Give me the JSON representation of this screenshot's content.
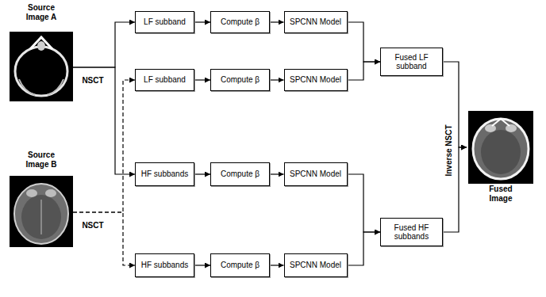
{
  "diagram": {
    "nodes": [
      {
        "text": [
          "Source Image A"
        ]
      },
      {
        "text": [
          "LF subband"
        ]
      },
      {
        "text": [
          "Compute β"
        ]
      },
      {
        "text": [
          "SPCNN Model"
        ]
      },
      {
        "text": [
          "LF subband"
        ]
      },
      {
        "text": [
          "Compute β"
        ]
      },
      {
        "text": [
          "SPCNN Model"
        ]
      },
      {
        "text": [
          "Fused LF subband"
        ]
      },
      {
        "text": [
          "Source Image B"
        ]
      },
      {
        "text": [
          "HF subbands"
        ]
      },
      {
        "text": [
          "Compute β"
        ]
      },
      {
        "text": [
          "SPCNN Model"
        ]
      },
      {
        "text": [
          "HF subbands"
        ]
      },
      {
        "text": [
          "Compute β"
        ]
      },
      {
        "text": [
          "SPCNN Model"
        ]
      },
      {
        "text": [
          "Fused HF subbands"
        ]
      },
      {
        "text": [
          "Fused Image"
        ]
      }
    ],
    "edges": [
      {
        "from": 0,
        "to": 1,
        "arrow": "to",
        "label": "NSCT"
      },
      {
        "from": 0,
        "to": 9,
        "arrow": "to"
      },
      {
        "from": 8,
        "to": 4,
        "arrow": "to",
        "label": "NSCT"
      },
      {
        "from": 8,
        "to": 12,
        "arrow": "to"
      },
      {
        "from": 1,
        "to": 2,
        "arrow": "to"
      },
      {
        "from": 2,
        "to": 3,
        "arrow": "to"
      },
      {
        "from": 4,
        "to": 5,
        "arrow": "to"
      },
      {
        "from": 5,
        "to": 6,
        "arrow": "to"
      },
      {
        "from": 9,
        "to": 10,
        "arrow": "to"
      },
      {
        "from": 10,
        "to": 11,
        "arrow": "to"
      },
      {
        "from": 12,
        "to": 13,
        "arrow": "to"
      },
      {
        "from": 13,
        "to": 14,
        "arrow": "to"
      },
      {
        "from": 3,
        "to": 7,
        "arrow": "to"
      },
      {
        "from": 6,
        "to": 7,
        "arrow": "to"
      },
      {
        "from": 11,
        "to": 15,
        "arrow": "to"
      },
      {
        "from": 14,
        "to": 15,
        "arrow": "to"
      },
      {
        "from": 7,
        "to": 16,
        "arrow": "to",
        "label": "Inverse NSCT"
      },
      {
        "from": 15,
        "to": 16,
        "arrow": "to"
      }
    ]
  }
}
